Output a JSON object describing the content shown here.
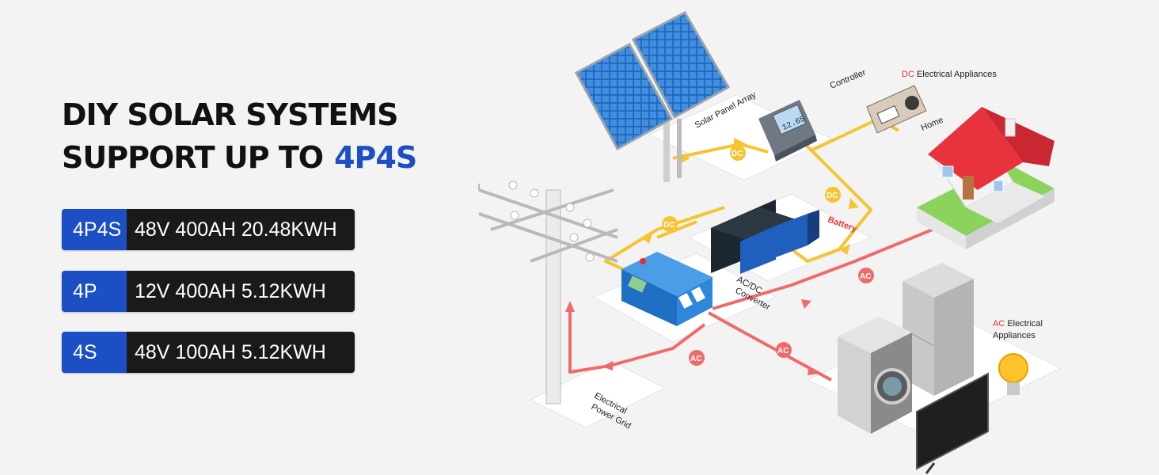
{
  "headline": {
    "line1": "DIY SOLAR SYSTEMS",
    "line2": "SUPPORT UP TO",
    "accent": "4P4S"
  },
  "specs": [
    {
      "tag": "4P4S",
      "value": "48V 400AH 20.48KWH"
    },
    {
      "tag": "4P",
      "value": "12V 400AH 5.12KWH"
    },
    {
      "tag": "4S",
      "value": "48V 100AH 5.12KWH"
    }
  ],
  "diagram": {
    "solar_panel_label": "Solar Panel Array",
    "controller_label": "Controller",
    "controller_display": "12.65",
    "dc_appliances_prefix": "DC",
    "dc_appliances_label": "Electrical Appliances",
    "home_label": "Home",
    "battery_label": "Battery",
    "converter_label_1": "AC/DC",
    "converter_label_2": "Converter",
    "ac_appliances_prefix": "AC",
    "ac_appliances_label_1": "Electrical",
    "ac_appliances_label_2": "Appliances",
    "grid_label_1": "Electrical",
    "grid_label_2": "Power Grid",
    "dc_badge": "DC",
    "ac_badge": "AC"
  },
  "colors": {
    "accent": "#1d4fc4",
    "dc_line": "#f5c431",
    "ac_line": "#ef6b6b",
    "roof": "#e8333f"
  }
}
